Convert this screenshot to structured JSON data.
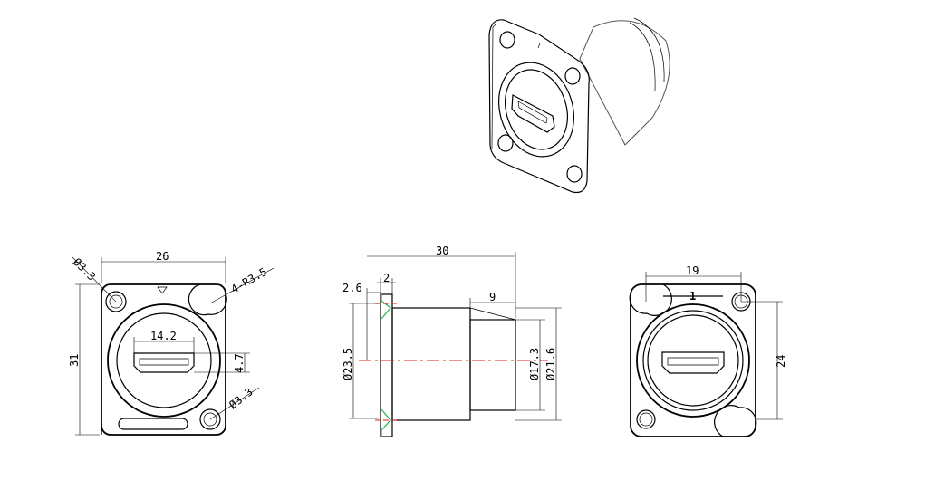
{
  "dimensions": {
    "front_width": "26",
    "front_height": "31",
    "hole_dia_top": "Ø3.3",
    "hole_dia_bottom": "Ø3.3",
    "corner_radius": "4-R3.5",
    "port_width": "14.2",
    "port_height": "4.7",
    "side_length": "30",
    "flange_offset": "2.6",
    "flange_thickness": "2",
    "rear_length": "9",
    "dia_flange": "Ø23.5",
    "dia_body": "Ø21.6",
    "dia_rear": "Ø17.3",
    "rear_hole_span": "19",
    "rear_height": "24",
    "orientation_mark": "1"
  },
  "colors": {
    "line": "#000000",
    "centerline": "#e0201e",
    "flange_edge": "#22b14c"
  }
}
